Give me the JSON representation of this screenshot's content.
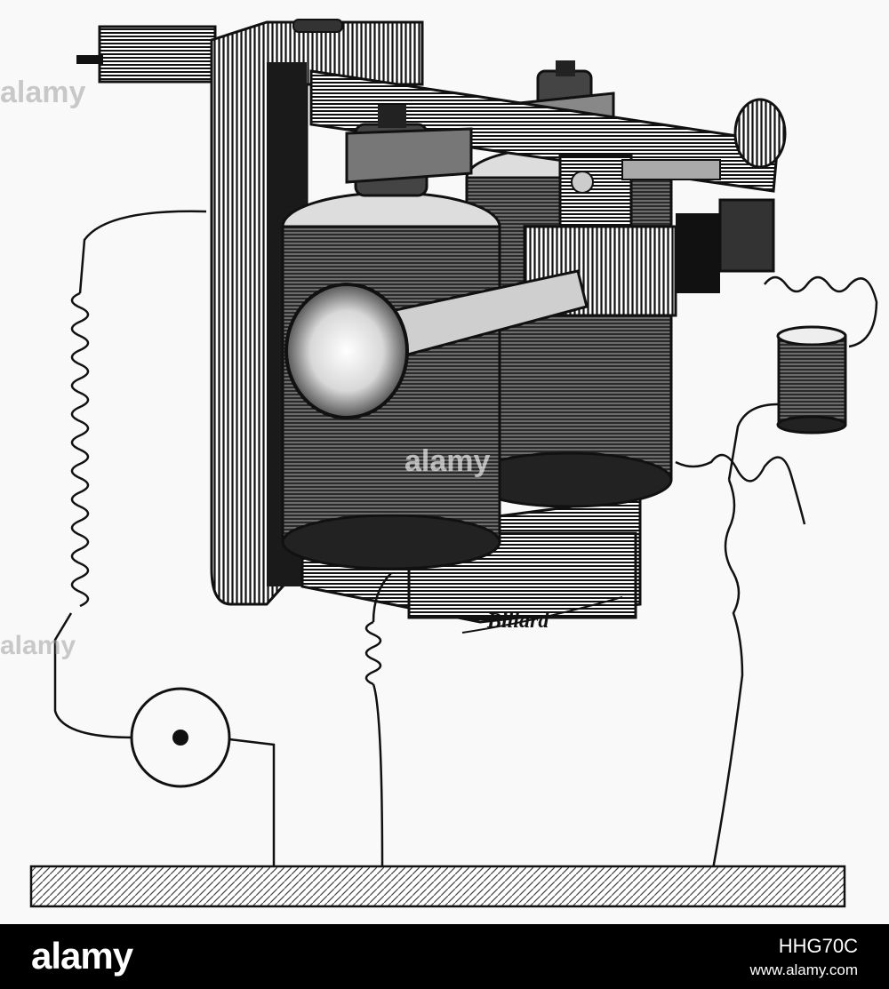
{
  "image": {
    "description_hidden": "",
    "signature": "Billard",
    "watermarks": [
      "alamy",
      "alamy",
      "alamy"
    ]
  },
  "footer": {
    "brand": "alamy",
    "image_id": "HHG70C",
    "url": "www.alamy.com"
  },
  "colors": {
    "ink": "#111111",
    "paper": "#f9f9f9",
    "footer_bg": "#000000",
    "footer_text": "#ffffff"
  }
}
